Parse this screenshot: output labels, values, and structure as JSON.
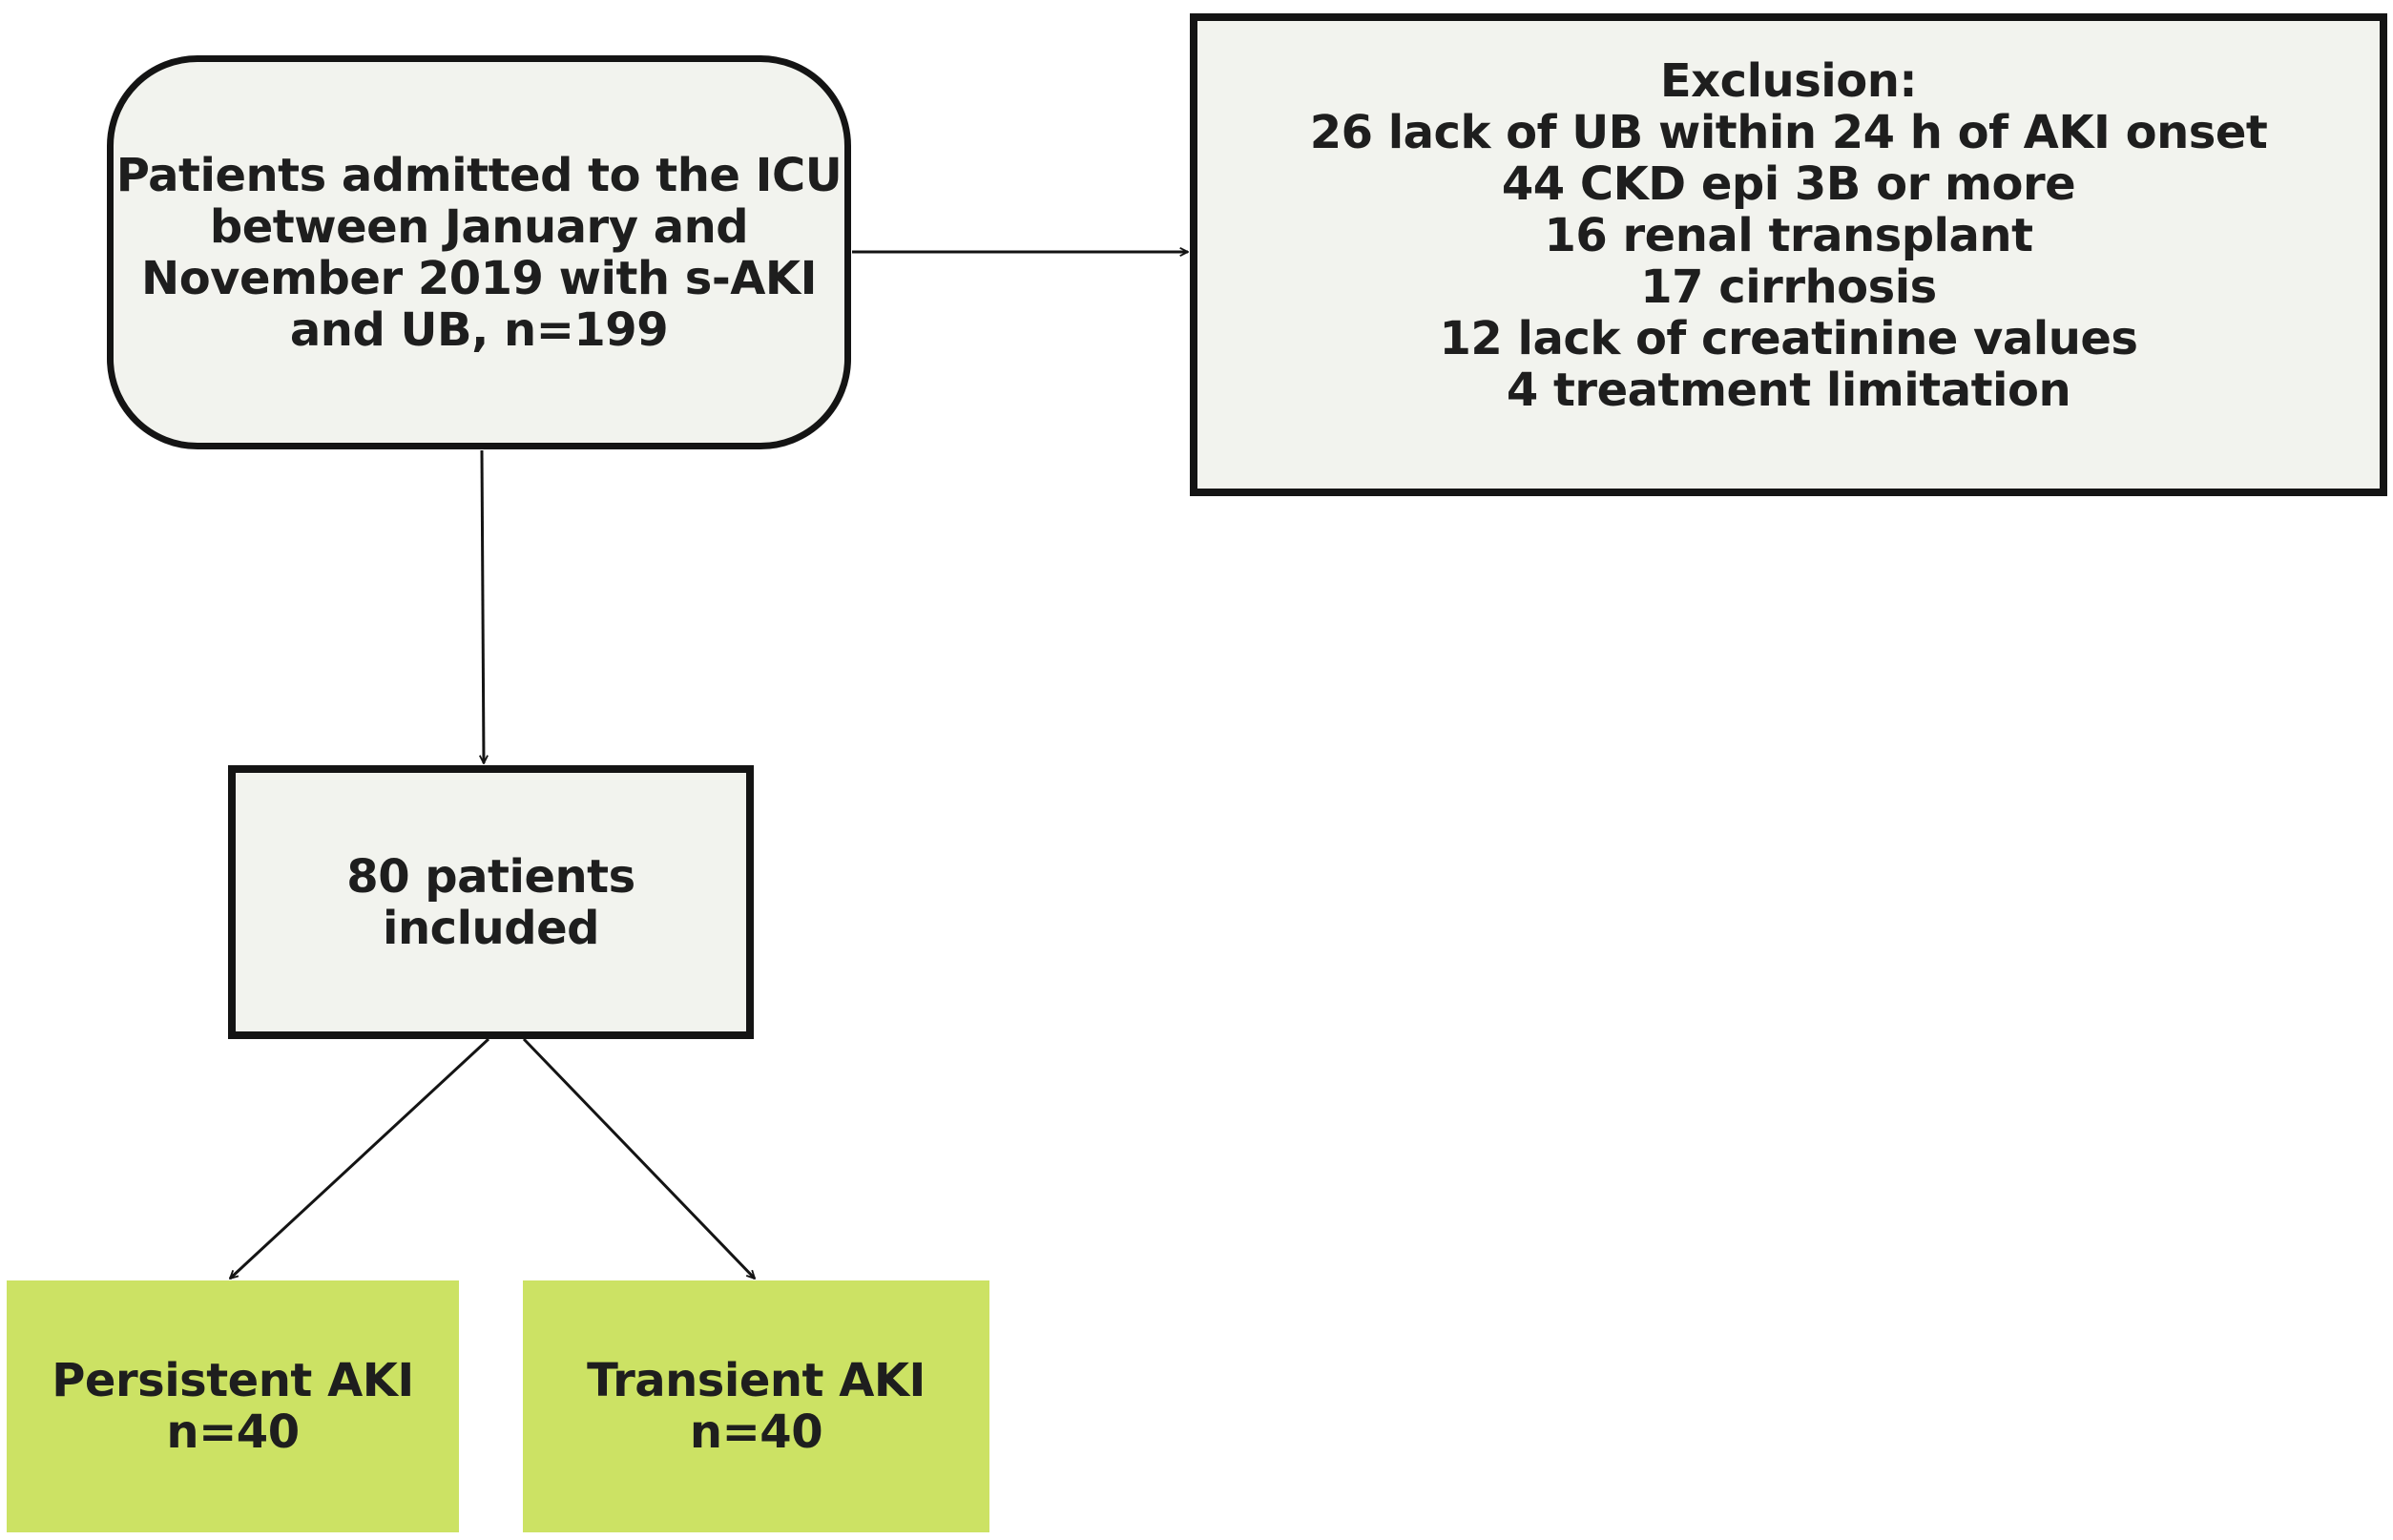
{
  "nodes": {
    "patients": {
      "lines": [
        "Patients admitted to the ICU",
        "between January and",
        "November 2019 with s-AKI",
        "and UB, n=199"
      ]
    },
    "exclusion": {
      "lines": [
        "Exclusion:",
        "26 lack of UB within 24 h of AKI onset",
        "44 CKD epi 3B or more",
        "16 renal transplant",
        "17 cirrhosis",
        "12 lack of creatinine values",
        "4 treatment limitation"
      ]
    },
    "included": {
      "lines": [
        "80 patients",
        "included"
      ]
    },
    "persistent": {
      "lines": [
        "Persistent AKI",
        "n=40"
      ]
    },
    "transient": {
      "lines": [
        "Transient AKI",
        "n=40"
      ]
    }
  },
  "edges": [
    {
      "from": "patients",
      "to": "exclusion"
    },
    {
      "from": "patients",
      "to": "included"
    },
    {
      "from": "included",
      "to": "persistent"
    },
    {
      "from": "included",
      "to": "transient"
    }
  ],
  "colors": {
    "box_fill": "#f2f3ee",
    "outcome_fill": "#cce264",
    "stroke": "#141414"
  }
}
